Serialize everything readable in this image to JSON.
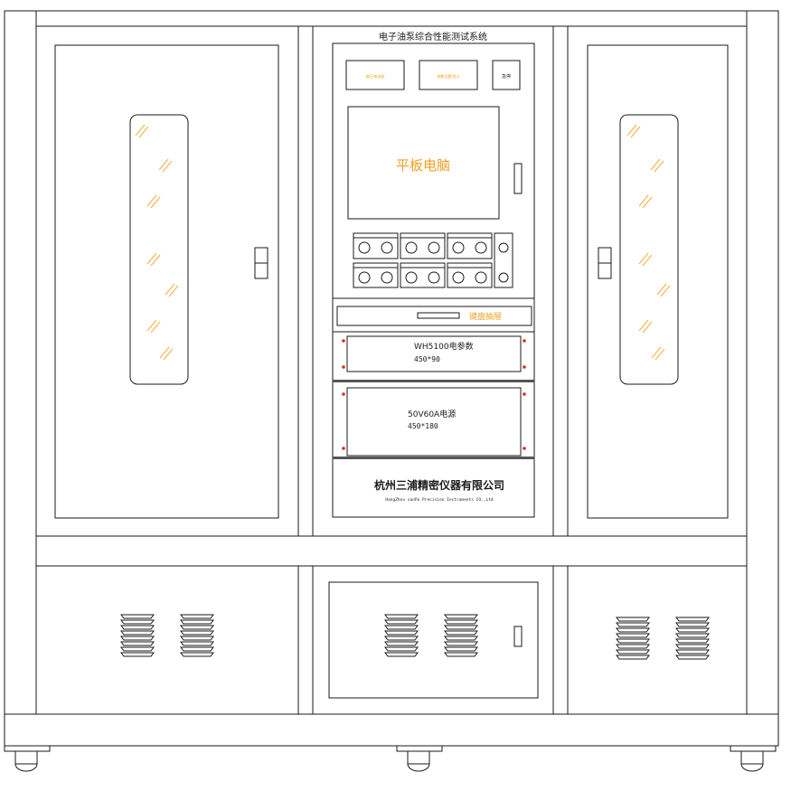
{
  "title": "电子油泵综合性能测试系统",
  "panel_buttons": [
    "电压/电流表",
    "参数设置/显示",
    "急停"
  ],
  "tablet_label": "平板电脑",
  "keyboard_label": "键盘抽屉",
  "instruments": [
    {
      "name": "WH5100电参数",
      "size": "450*90"
    },
    {
      "name": "50V60A电源",
      "size": "450*180"
    }
  ],
  "company": {
    "name_cn": "杭州三浦精密仪器有限公司",
    "name_en": "HangZhou sanPu Precision Instruments CO.,Ltd"
  },
  "colors": {
    "line": "#1a1a1a",
    "accent_text": "#f0a020",
    "glass_mark": "#f0b040",
    "rivet": "#d03020"
  }
}
